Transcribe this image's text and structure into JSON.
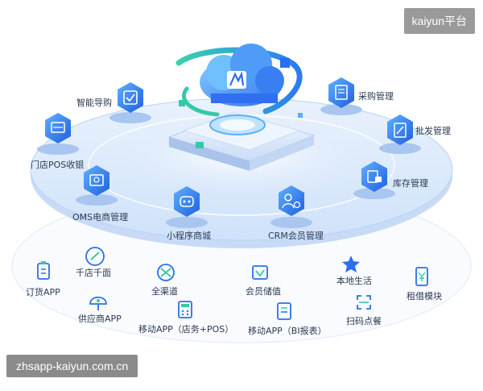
{
  "watermarks": {
    "top_right": "kaiyun平台",
    "bottom_left": "zhsapp-kaiyun.com.cn"
  },
  "colors": {
    "accent": "#2b6ff0",
    "accent_light": "#5ab0ff",
    "ring": "#d6e6fb",
    "green": "#37c8a8"
  },
  "inner_ring": [
    {
      "id": "smart-guide",
      "label": "智能导购",
      "icon": "tablet-check-icon"
    },
    {
      "id": "pos",
      "label": "门店POS收银",
      "icon": "pos-terminal-icon"
    },
    {
      "id": "oms",
      "label": "OMS电商管理",
      "icon": "screen-box-icon"
    },
    {
      "id": "mini-program",
      "label": "小程序商城",
      "icon": "mini-program-icon"
    },
    {
      "id": "crm",
      "label": "CRM会员管理",
      "icon": "member-gear-icon"
    },
    {
      "id": "purchase",
      "label": "采购管理",
      "icon": "document-list-icon"
    },
    {
      "id": "wholesale",
      "label": "批发管理",
      "icon": "edit-document-icon"
    },
    {
      "id": "inventory",
      "label": "库存管理",
      "icon": "inventory-lock-icon"
    }
  ],
  "outer_ring": [
    {
      "id": "order-app",
      "label": "订货APP",
      "icon": "clipboard-icon"
    },
    {
      "id": "thousand-stores",
      "label": "千店千面",
      "icon": "link-icon"
    },
    {
      "id": "omni-channel",
      "label": "全渠道",
      "icon": "omni-channel-icon"
    },
    {
      "id": "member-stored-value",
      "label": "会员储值",
      "icon": "wallet-check-icon"
    },
    {
      "id": "local-life",
      "label": "本地生活",
      "icon": "star-icon"
    },
    {
      "id": "rental",
      "label": "租借模块",
      "icon": "phone-yuan-icon"
    },
    {
      "id": "supplier-app",
      "label": "供应商APP",
      "icon": "umbrella-icon"
    },
    {
      "id": "mobile-app-pos",
      "label": "移动APP（店务+POS）",
      "icon": "calculator-icon"
    },
    {
      "id": "mobile-app-bi",
      "label": "移动APP（BI报表）",
      "icon": "report-icon"
    },
    {
      "id": "scan-order",
      "label": "扫码点餐",
      "icon": "scan-icon"
    }
  ]
}
